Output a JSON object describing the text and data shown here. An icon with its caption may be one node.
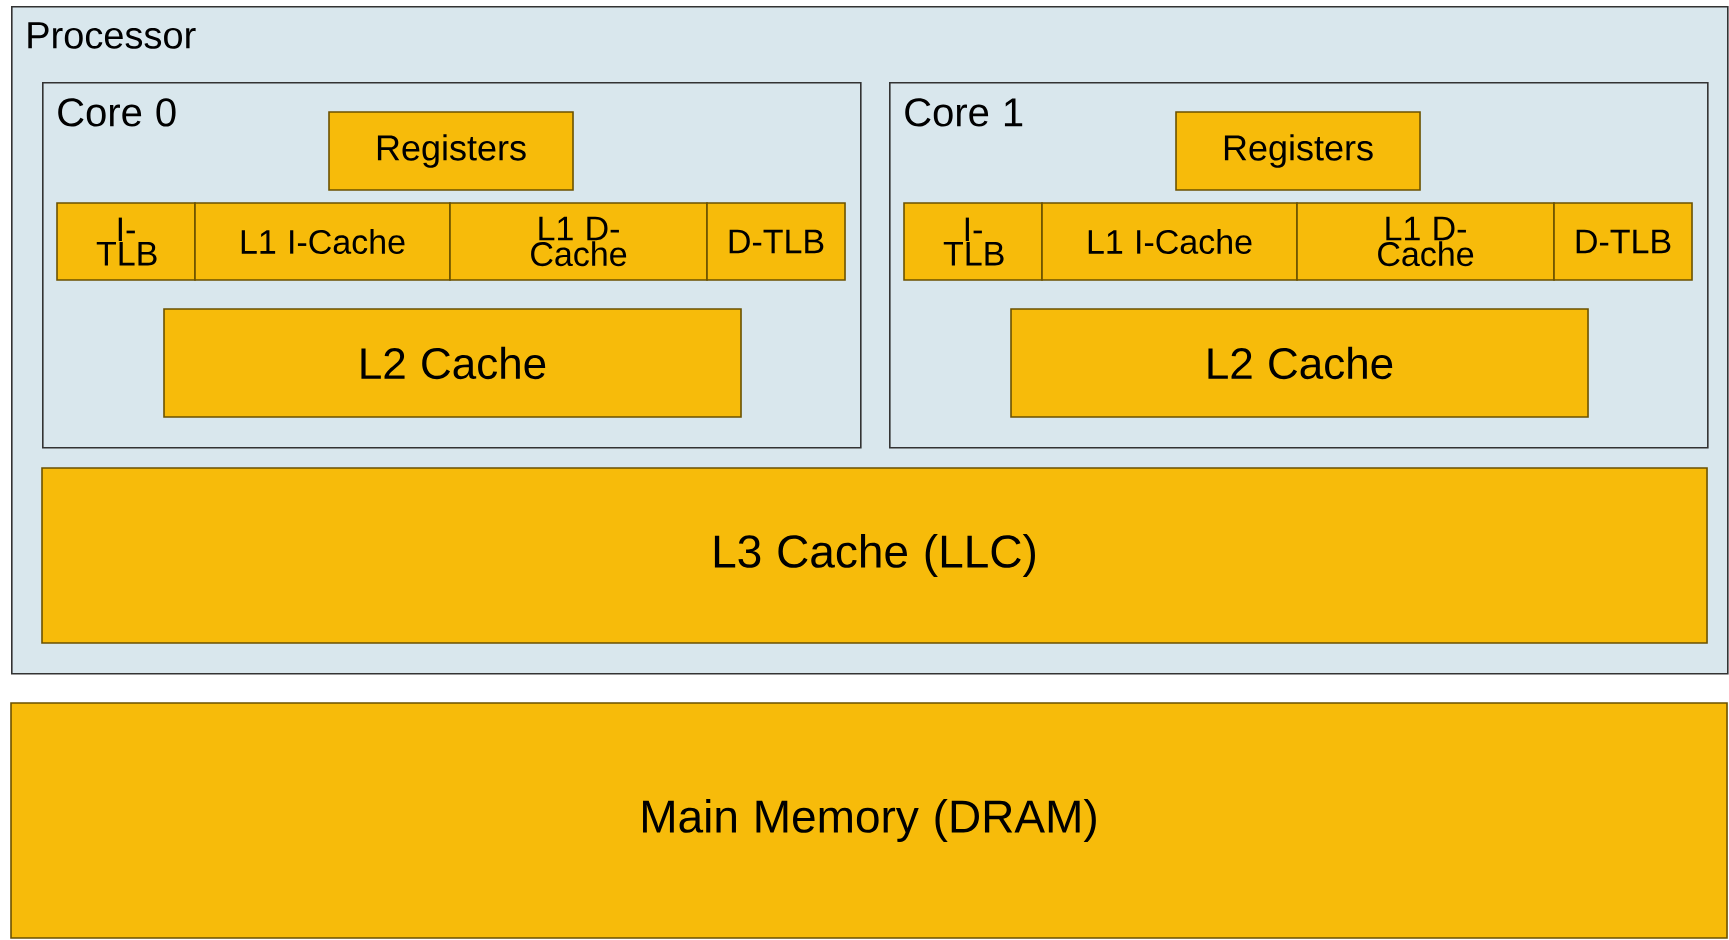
{
  "diagram": {
    "nodes": [
      {
        "text": [
          "Processor"
        ]
      },
      {
        "text": [
          "Core 0"
        ],
        "in": 0
      },
      {
        "text": [
          "Registers"
        ],
        "in": 1
      },
      {
        "text": [
          "I-TLB"
        ],
        "in": 1
      },
      {
        "text": [
          "L1 I-Cache"
        ],
        "in": 1
      },
      {
        "text": [
          "L1 D-Cache"
        ],
        "in": 1
      },
      {
        "text": [
          "D-TLB"
        ],
        "in": 1
      },
      {
        "text": [
          "L2 Cache"
        ],
        "in": 1
      },
      {
        "text": [
          "Core 1"
        ],
        "in": 0
      },
      {
        "text": [
          "Registers"
        ],
        "in": 8
      },
      {
        "text": [
          "I-TLB"
        ],
        "in": 8
      },
      {
        "text": [
          "L1 I-Cache"
        ],
        "in": 8
      },
      {
        "text": [
          "L1 D-Cache"
        ],
        "in": 8
      },
      {
        "text": [
          "D-TLB"
        ],
        "in": 8
      },
      {
        "text": [
          "L2 Cache"
        ],
        "in": 8
      },
      {
        "text": [
          "L3 Cache (LLC)"
        ],
        "in": 0
      },
      {
        "text": [
          "Main Memory (DRAM)"
        ]
      }
    ]
  }
}
